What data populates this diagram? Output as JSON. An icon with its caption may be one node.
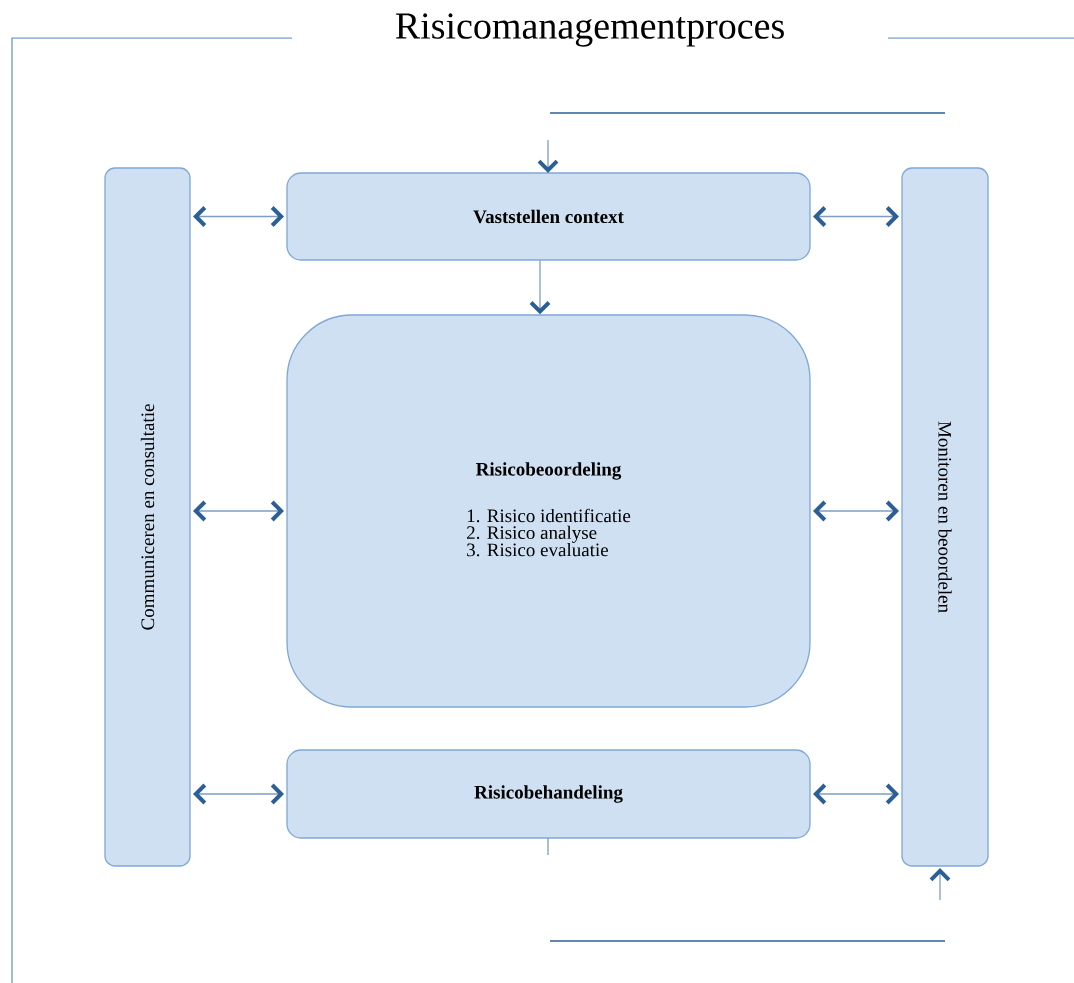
{
  "diagram": {
    "title": "Risicomanagementproces",
    "nodes": [
      {
        "text": [
          "Communiceren en consultatie"
        ]
      },
      {
        "text": [
          "Vaststellen context"
        ]
      },
      {
        "text": [
          "Risicobeoordeling",
          "1. Risico identificatie",
          "2. Risico analyse",
          "3. Risico evaluatie"
        ]
      },
      {
        "text": [
          "Risicobehandeling"
        ]
      },
      {
        "text": [
          "Monitoren en beoordelen"
        ]
      }
    ],
    "edges": [
      {
        "from": 0,
        "to": 1,
        "arrow": "both"
      },
      {
        "from": 1,
        "to": 4,
        "arrow": "both"
      },
      {
        "from": 1,
        "to": 2,
        "arrow": "to"
      },
      {
        "from": 0,
        "to": 2,
        "arrow": "both"
      },
      {
        "from": 2,
        "to": 4,
        "arrow": "both"
      },
      {
        "from": 0,
        "to": 3,
        "arrow": "both"
      },
      {
        "from": 3,
        "to": 4,
        "arrow": "both"
      },
      {
        "from": null,
        "to": 1,
        "arrow": "to"
      },
      {
        "from": null,
        "to": 4,
        "arrow": "to"
      }
    ]
  }
}
